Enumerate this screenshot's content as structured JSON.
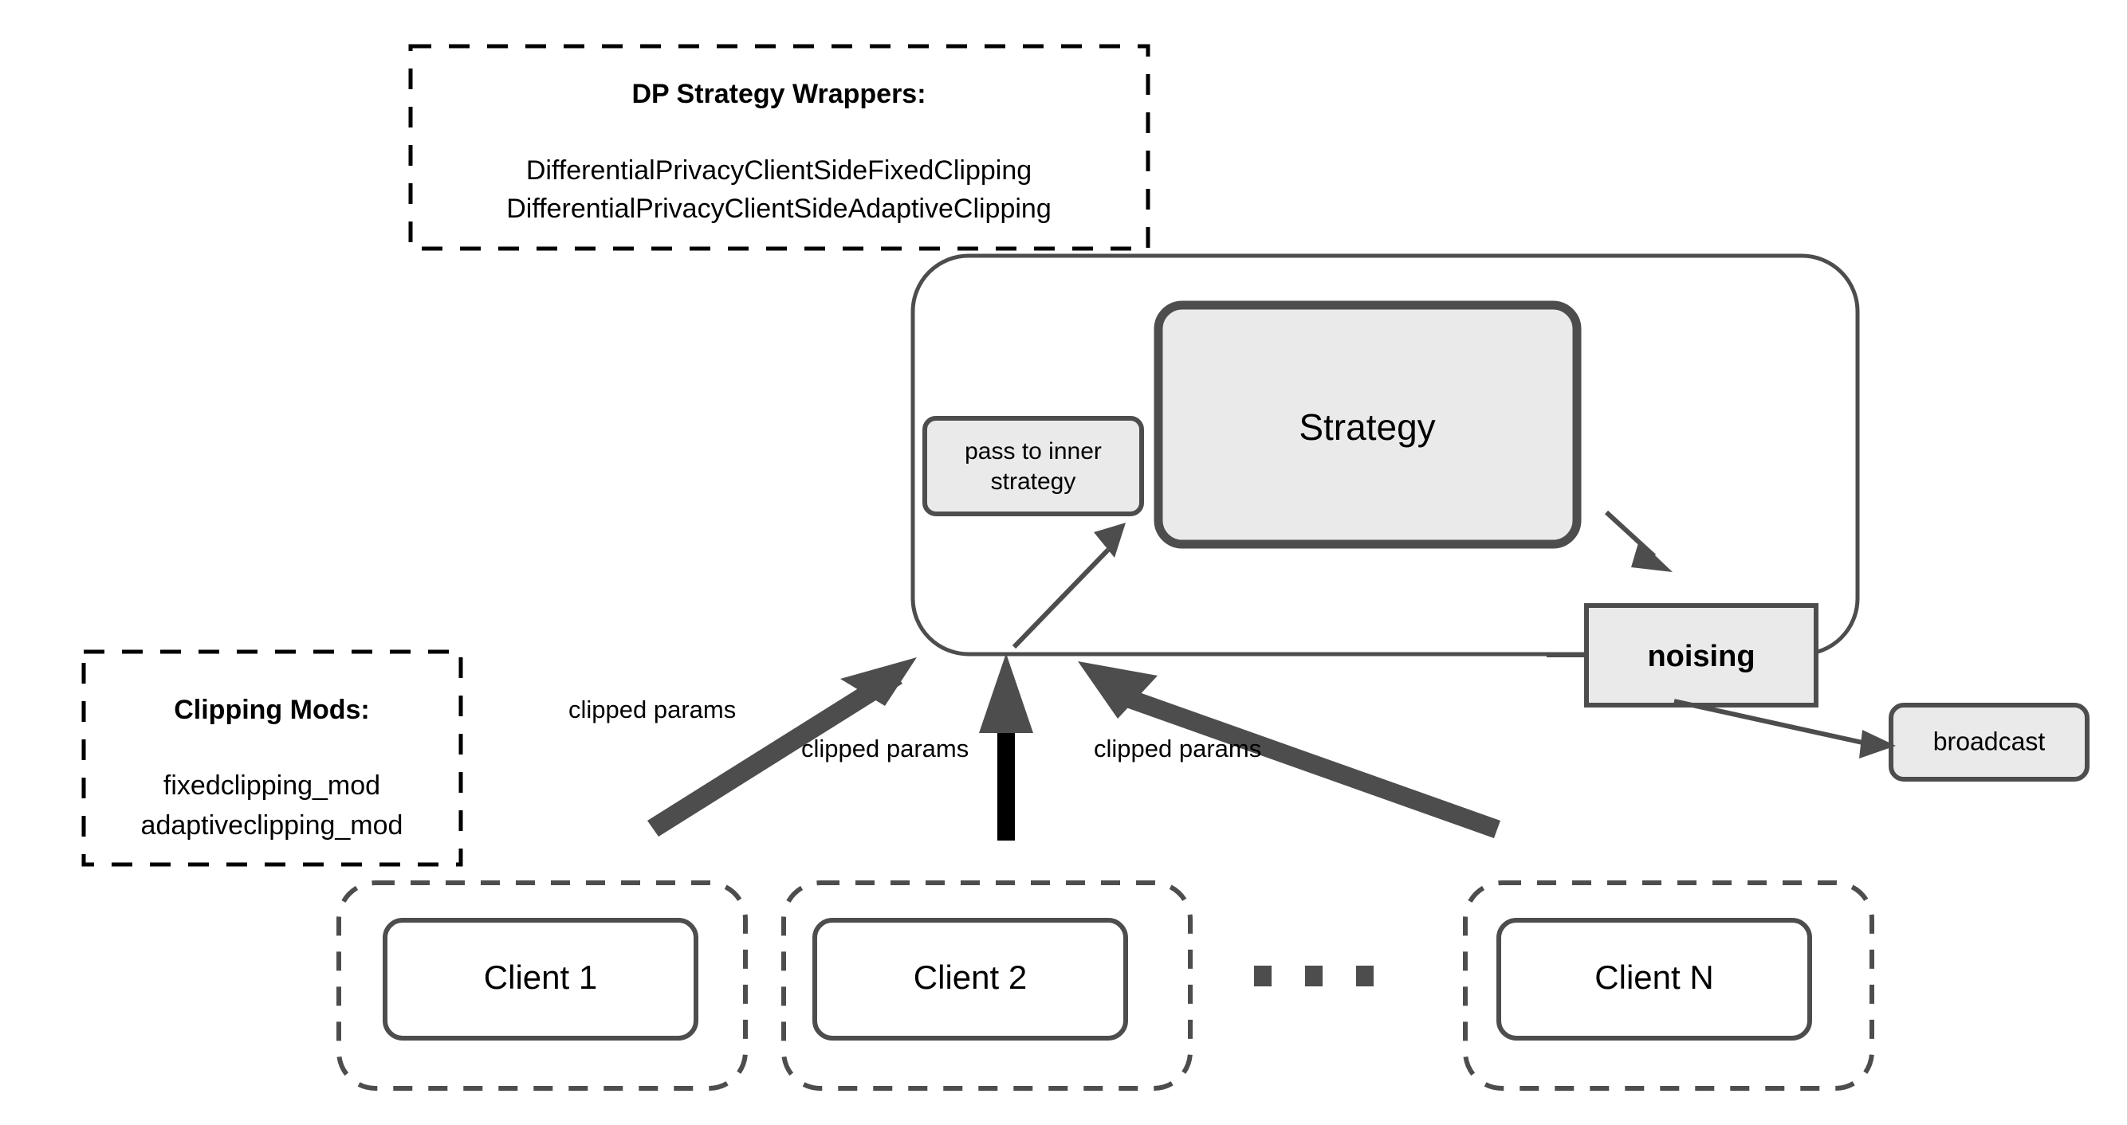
{
  "diagram": {
    "title_note": "Flower federated learning differential privacy architecture diagram",
    "colors": {
      "box_fill_gray": "#eaeaea",
      "box_fill_white": "#ffffff",
      "stroke_dark": "#4d4d4d",
      "stroke_black": "#000000",
      "text": "#000000"
    }
  },
  "dp_wrappers": {
    "heading": "DP Strategy Wrappers:",
    "items": [
      "DifferentialPrivacyClientSideFixedClipping",
      "DifferentialPrivacyClientSideAdaptiveClipping"
    ]
  },
  "clipping_mods": {
    "heading": "Clipping Mods:",
    "items": [
      "fixedclipping_mod",
      "adaptiveclipping_mod"
    ]
  },
  "server": {
    "pass_to_inner": {
      "line1": "pass to inner",
      "line2": "strategy"
    },
    "strategy_label": "Strategy"
  },
  "noising": {
    "label": "noising"
  },
  "broadcast": {
    "label": "broadcast"
  },
  "edges": {
    "clipped_params_1": "clipped params",
    "clipped_params_2": "clipped params",
    "clipped_params_3": "clipped params"
  },
  "clients": [
    {
      "label": "Client 1"
    },
    {
      "label": "Client 2"
    },
    {
      "label": "Client N"
    }
  ],
  "ellipsis": {
    "label": "..."
  }
}
